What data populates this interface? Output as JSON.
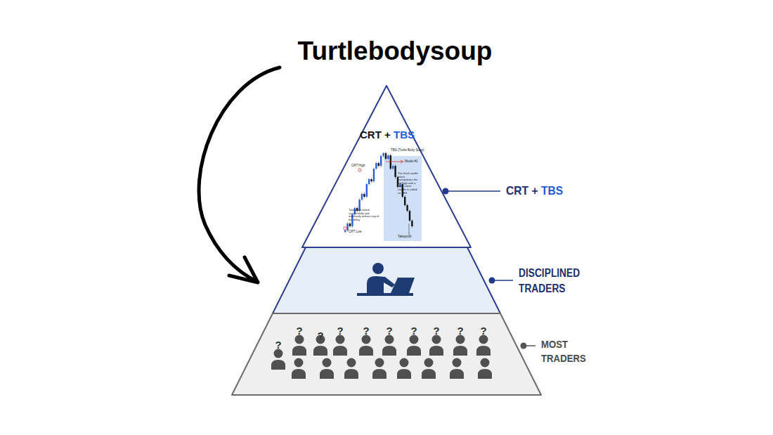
{
  "diagram": {
    "title": "Turtlebodysoup",
    "nodes": [
      {
        "text": [
          "CRT + TBS",
          "CRT + TBS"
        ]
      },
      {
        "text": [
          "DISCIPLINED TRADERS"
        ]
      },
      {
        "text": [
          "MOST TRADERS"
        ]
      }
    ],
    "labels": [
      "TBS (Turtle Body Soup)",
      "Model #1",
      "CRT High",
      "The third candle which manipulates the old high with a body close candle is called as TBS",
      "Take profit hitted successfully and massively without any of the delay",
      "CRT Low",
      "Takeprofit",
      "?",
      "?",
      "?",
      "?",
      "?",
      "?",
      "?",
      "?",
      "?",
      "?"
    ]
  }
}
